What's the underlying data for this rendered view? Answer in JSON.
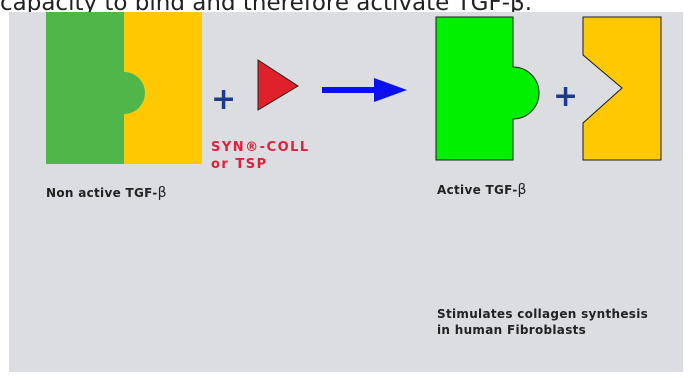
{
  "header_caption": "capacity to bind and therefore activate TGF-β.",
  "left_group": {
    "label_text": "Non active TGF-",
    "label_symbol": "β"
  },
  "right_group": {
    "label_text": "Active TGF-",
    "label_symbol": "β"
  },
  "plus_symbol": "+",
  "agent_label": {
    "line1": "SYN®-COLL",
    "line2": "or TSP"
  },
  "effect_text": {
    "line1": "Stimulates collagen synthesis",
    "line2": "in human Fibroblasts"
  },
  "colors": {
    "panel_bg": "#dcdde0",
    "green_dark": "#4fb74a",
    "green_bright": "#00f000",
    "yellow": "#ffc800",
    "red_triangle": "#e0202a",
    "arrow_blue": "#0a10ee",
    "plus_navy": "#1e3a8a",
    "agent_red": "#e0203a"
  }
}
